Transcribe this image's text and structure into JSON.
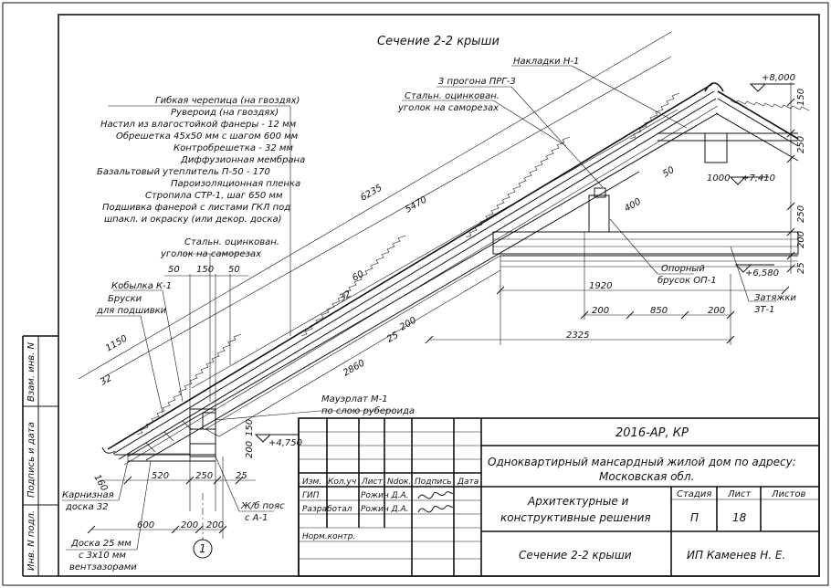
{
  "drawing_title": "Сечение 2-2 крыши",
  "layer_labels": [
    "Гибкая черепица (на гвоздях)",
    "Рувероид (на гвоздях)",
    "Настил из влагостойкой фанеры - 12 мм",
    "Обрешетка 45х50 мм с шагом 600 мм",
    "Контробрешетка - 32 мм",
    "Диффузионная мембрана",
    "Базальтовый утеплитель П-50 - 170",
    "Пароизоляционная пленка",
    "Стропила СТР-1, шаг 650 мм",
    "Подшивка фанерой с листами ГКЛ под",
    "шпакл. и окраску (или декор. доска)"
  ],
  "callouts": {
    "nakladki": "Накладки Н-1",
    "progony": "3 прогона ПРГ-3",
    "ugolok_top_1": "Стальн. оцинкован.",
    "ugolok_top_2": "уголок на саморезах",
    "ugolok_left_1": "Стальн. оцинкован.",
    "ugolok_left_2": "уголок на саморезах",
    "kobylka": "Кобылка К-1",
    "bruski_1": "Бруски",
    "bruski_2": "для подшивки",
    "mauerlat_1": "Мауэрлат М-1",
    "mauerlat_2": "по слою рубероида",
    "opornyy_1": "Опорный",
    "opornyy_2": "брусок ОП-1",
    "zatyazhki_1": "Затяжки",
    "zatyazhki_2": "ЗТ-1",
    "karniznaya_1": "Карнизная",
    "karniznaya_2": "доска 32",
    "doska_1": "Доска 25 мм",
    "doska_2": "с 3х10 мм",
    "doska_3": "вентзазорами",
    "poyas_1": "Ж/б пояс",
    "poyas_2": "с А-1",
    "axis": "1"
  },
  "dimensions": {
    "d6235": "6235",
    "d5470": "5470",
    "d2860": "2860",
    "d1150": "1150",
    "d32a": "32",
    "d32b": "32",
    "d60": "60",
    "d25": "25",
    "d200a": "200",
    "d400": "400",
    "d50a": "50",
    "d1000": "1000",
    "d1920": "1920",
    "d200b": "200",
    "d850": "850",
    "d200c": "200",
    "d2325": "2325",
    "d50b": "50",
    "d150a": "150",
    "d50c": "50",
    "d150b": "150",
    "d250a": "250",
    "d250b": "250",
    "d200d": "200",
    "d25b": "25",
    "d150c": "150",
    "d200e": "200",
    "d520": "520",
    "d250c": "250",
    "d25c": "25",
    "d600": "600",
    "d200f": "200",
    "d200g": "200",
    "d160": "160"
  },
  "levels": {
    "top": "+8,000",
    "l7410": "+7,410",
    "l6580": "+6,580",
    "l4750": "+4,750"
  },
  "side_stamp": {
    "vzam": "Взам. инв. N",
    "podpis": "Подпись и дата",
    "inv": "Инв. N подл."
  },
  "title_block": {
    "code": "2016-АР, КР",
    "object_1": "Одноквартирный мансардный жилой дом по адресу:",
    "object_2": "Московская обл.",
    "headers": [
      "Изм.",
      "Кол.уч",
      "Лист",
      "Ndок.",
      "Подпись",
      "Дата"
    ],
    "roles": [
      {
        "role": "ГИП",
        "name": "Рожин Д.А."
      },
      {
        "role": "Разработал",
        "name": "Рожин Д.А."
      }
    ],
    "normkontr": "Норм.контр.",
    "section_1": "Архитектурные и",
    "section_2": "конструктивные решения",
    "stage_label": "Стадия",
    "sheet_label": "Лист",
    "sheets_label": "Листов",
    "stage": "П",
    "sheet": "18",
    "sheets": "",
    "sheet_title": "Сечение 2-2 крыши",
    "company": "ИП Каменев Н. Е."
  }
}
